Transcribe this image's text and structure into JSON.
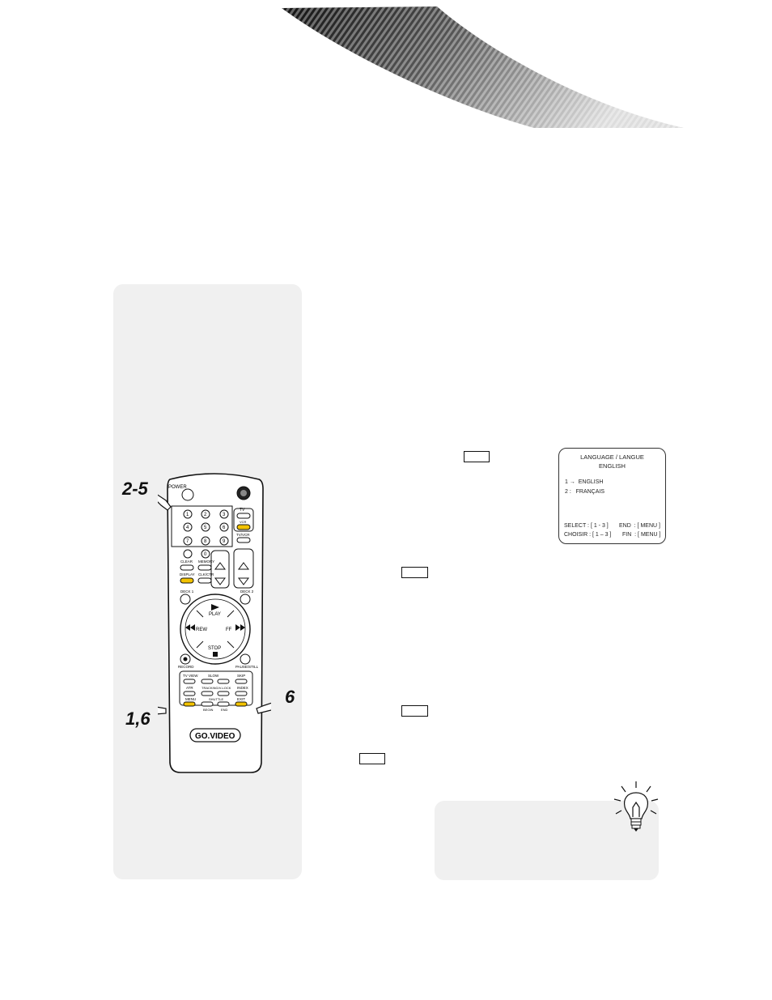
{
  "left_panel": {
    "step_labels": [
      "2-5",
      "1,6",
      "6"
    ]
  },
  "remote": {
    "power_label": "POWER",
    "number_keys": [
      "1",
      "2",
      "3",
      "4",
      "5",
      "6",
      "7",
      "8",
      "9",
      "0"
    ],
    "tv_label": "TV",
    "vcr_label": "VCR",
    "tvvcr_label": "TV/VCR",
    "clear_label": "CLEAR",
    "memory_label": "MEMORY",
    "display_label": "DISPLAY",
    "clkctr_label": "CLK/CTR",
    "deck1_label": "DECK 1",
    "deck2_label": "DECK 2",
    "play_label": "PLAY",
    "rew_label": "REW",
    "ff_label": "FF",
    "stop_label": "STOP",
    "record_label": "RECORD",
    "pause_label": "PAUSE/STILL",
    "tvview_label": "TV VIEW",
    "slow_label": "SLOW",
    "skip_label": "SKIP",
    "atr_label": "ATR",
    "tracking_label": "TRACKING/V-LOCK",
    "index_label": "INDEX",
    "menu_label": "MENU",
    "shuttle_label": "SHUTTLE",
    "exit_label": "EXIT",
    "begin_label": "BEGIN",
    "end_label": "END",
    "brand": "GO.VIDEO"
  },
  "osd_screen": {
    "title": "LANGUAGE / LANGUE",
    "current": "ENGLISH",
    "option1": "1 →  ENGLISH",
    "option2": "2 :   FRANÇAIS",
    "select_line": "SELECT : [ 1 - 3 ]",
    "end_line": "END  : [ MENU ]",
    "choisir_line": "CHOISIR : [ 1 – 3 ]",
    "fin_line": "FIN  : [ MENU ]"
  }
}
